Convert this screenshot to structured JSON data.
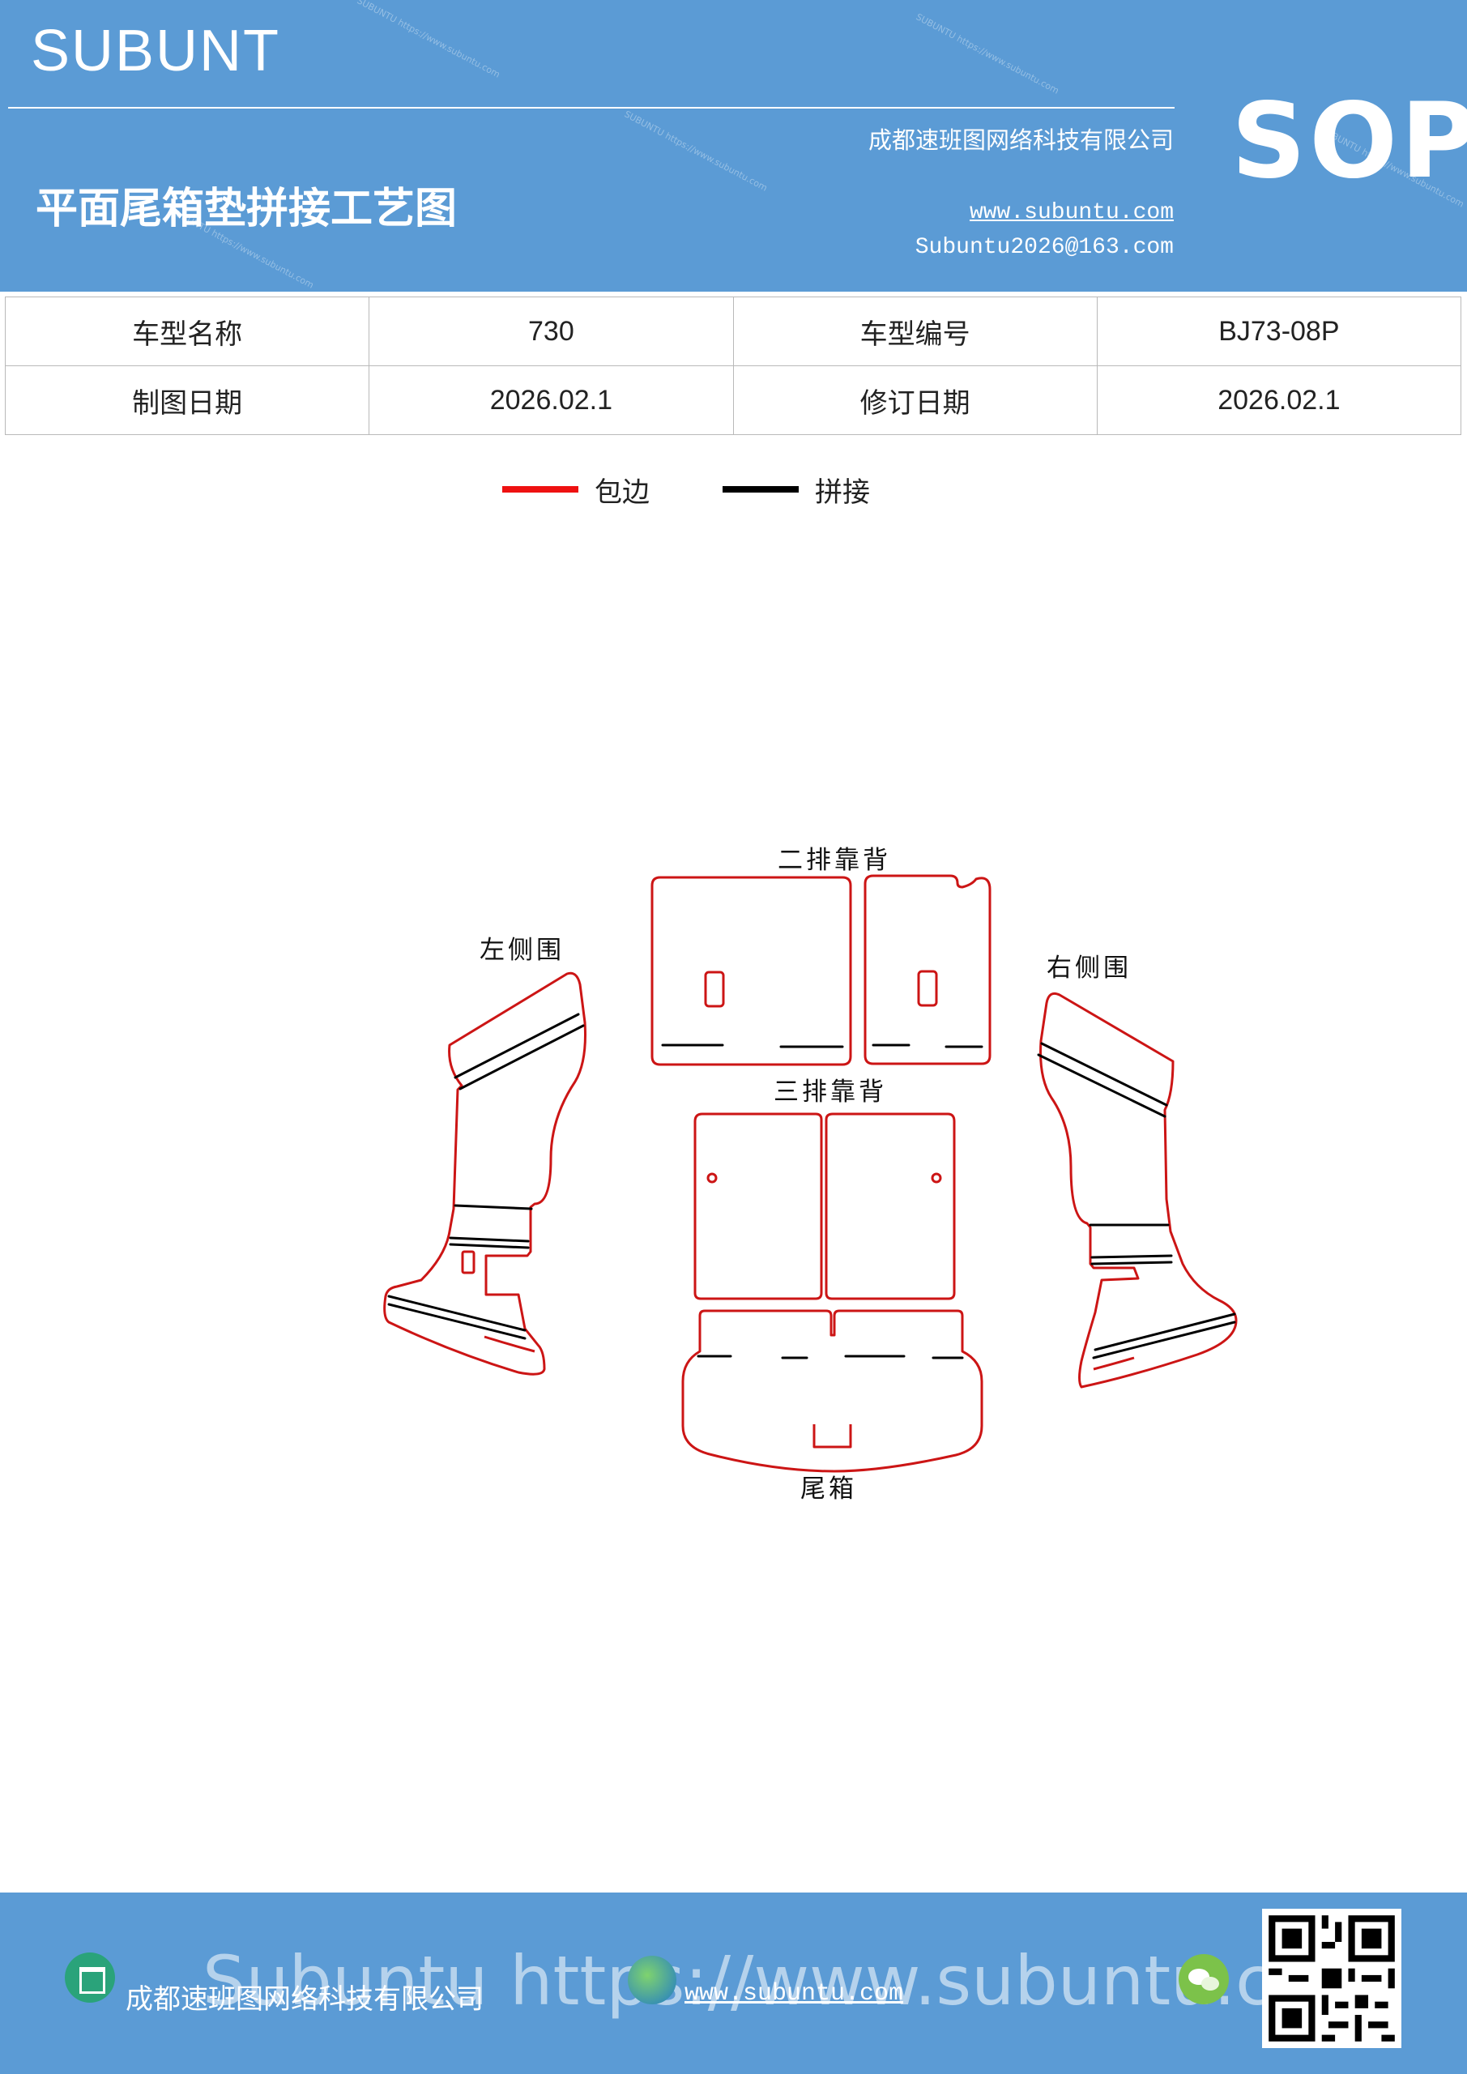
{
  "header": {
    "brand": "SUBUNT",
    "title": "平面尾箱垫拼接工艺图",
    "company": "成都速班图网络科技有限公司",
    "website": "www.subuntu.com",
    "email": "Subuntu2026@163.com",
    "badge": "SOP",
    "watermark": "SUBUNTU https://www.subuntu.com"
  },
  "info_table": {
    "rows": [
      [
        {
          "label": "车型名称",
          "value": "730"
        },
        {
          "label": "车型编号",
          "value": "BJ73-08P"
        }
      ],
      [
        {
          "label": "制图日期",
          "value": "2026.02.1"
        },
        {
          "label": "修订日期",
          "value": "2026.02.1"
        }
      ]
    ]
  },
  "legend": [
    {
      "label": "包边",
      "color": "#ee1111"
    },
    {
      "label": "拼接",
      "color": "#000000"
    }
  ],
  "parts": {
    "second_row_back": "二排靠背",
    "third_row_back": "三排靠背",
    "left_side": "左侧围",
    "right_side": "右侧围",
    "trunk": "尾箱"
  },
  "colors": {
    "header_bg": "#5b9bd5",
    "edge": "#cc1515",
    "seam": "#000000"
  },
  "footer": {
    "company": "成都速班图网络科技有限公司",
    "website": "www.subuntu.com",
    "overlay": "Subuntu  https://www.subuntu.com",
    "icons": [
      "building-icon",
      "globe-icon",
      "wechat-icon"
    ]
  }
}
